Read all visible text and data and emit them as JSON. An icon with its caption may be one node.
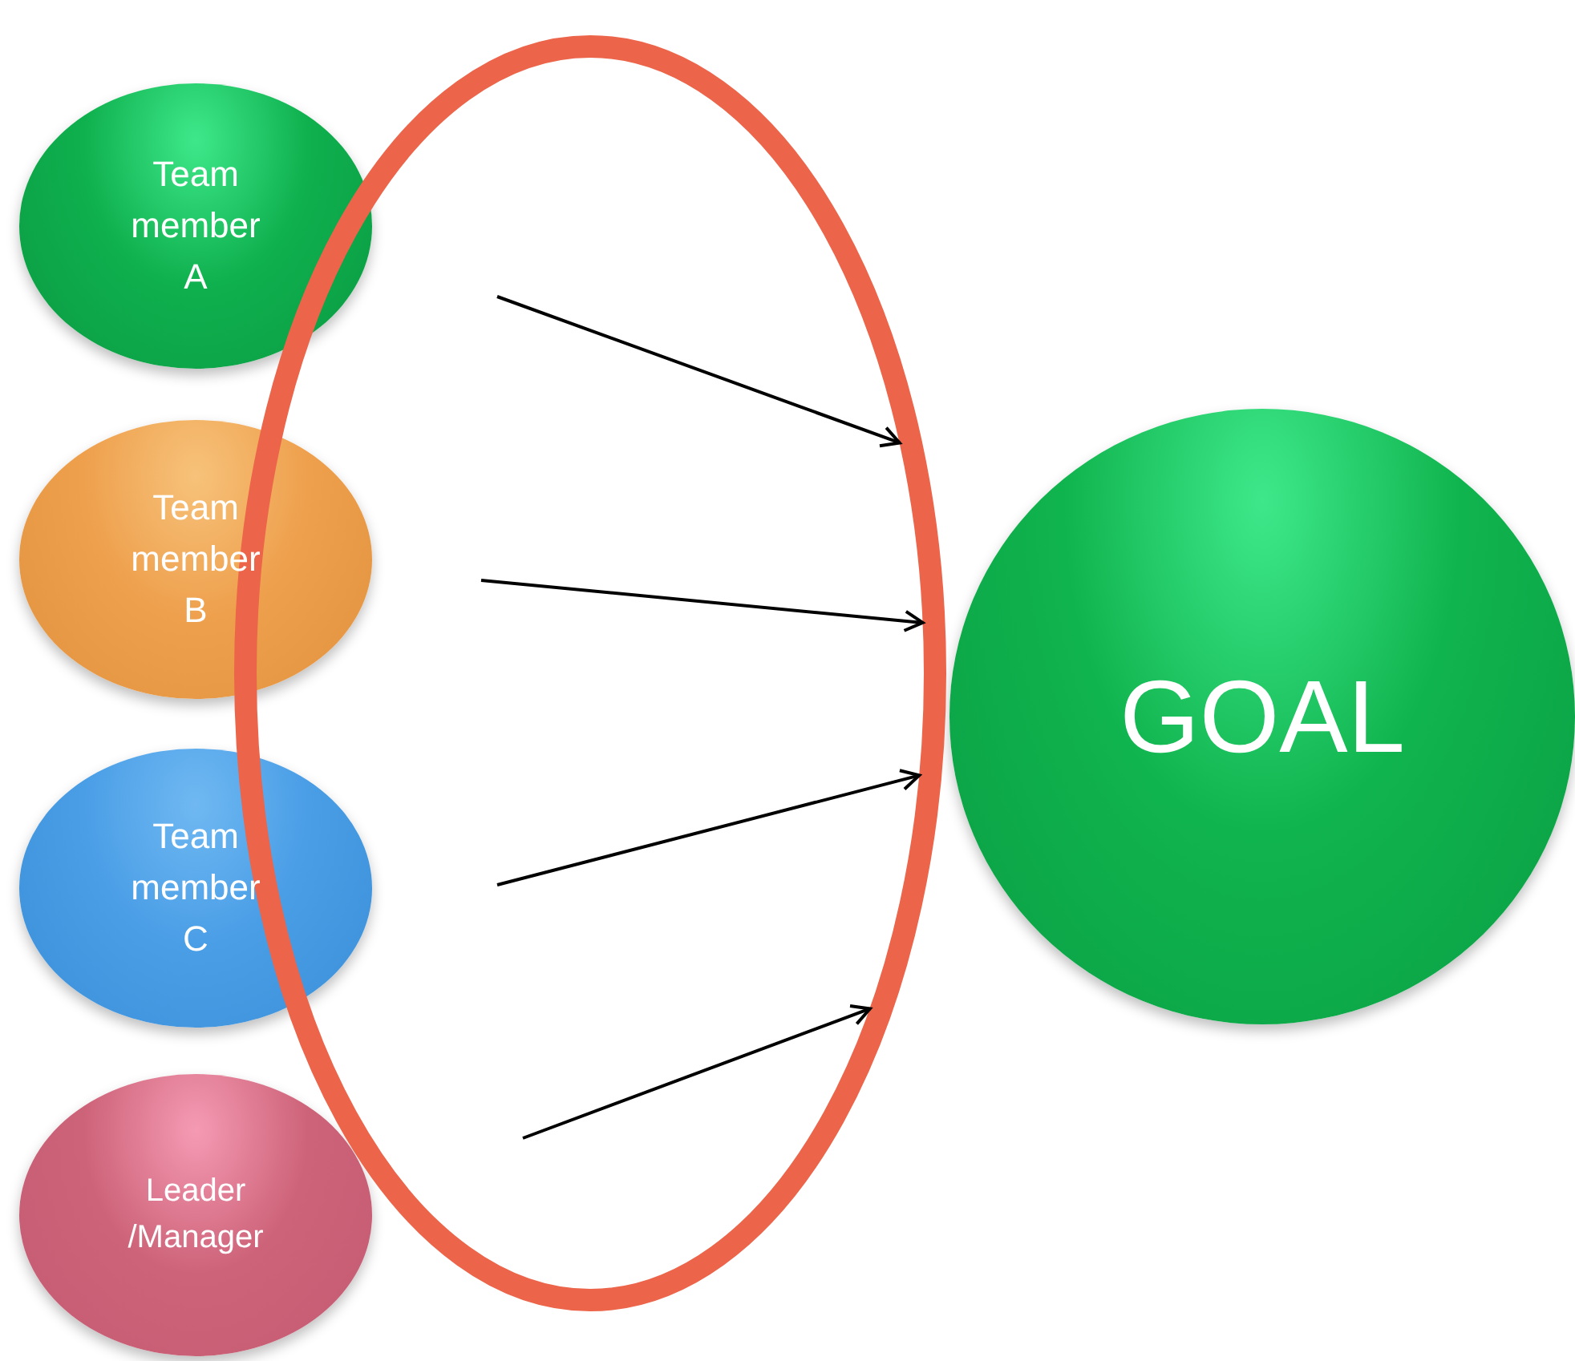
{
  "diagram": {
    "nodes": [
      {
        "text": [
          "Team member A"
        ]
      },
      {
        "text": [
          "Team member B"
        ]
      },
      {
        "text": [
          "Team member C"
        ]
      },
      {
        "text": [
          "Leader /Manager"
        ]
      },
      {
        "text": [
          "GOAL"
        ]
      },
      {
        "text": [],
        "shape": "ellipse"
      }
    ],
    "edges": [
      {
        "from": null,
        "to": 5,
        "arrow": "to"
      },
      {
        "from": null,
        "to": 5,
        "arrow": "to"
      },
      {
        "from": null,
        "to": 5,
        "arrow": "to"
      },
      {
        "from": null,
        "to": 5,
        "arrow": "to"
      }
    ]
  }
}
